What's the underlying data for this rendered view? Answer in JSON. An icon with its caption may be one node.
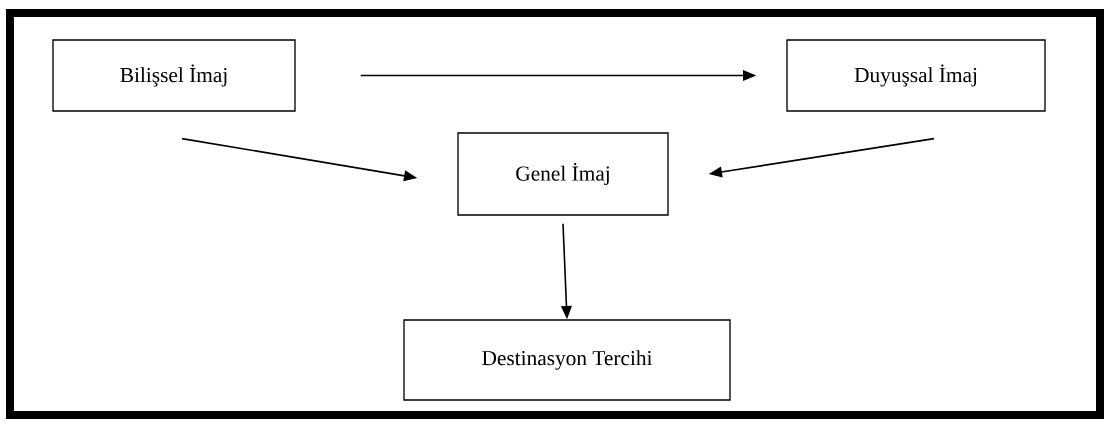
{
  "diagram": {
    "nodes": [
      {
        "text": [
          "Bilişsel İmaj"
        ]
      },
      {
        "text": [
          "Duyuşsal İmaj"
        ]
      },
      {
        "text": [
          "Genel İmaj"
        ]
      },
      {
        "text": [
          "Destinasyon Tercihi"
        ]
      }
    ],
    "edges": [
      {
        "from": 0,
        "to": 1,
        "arrow": "to"
      },
      {
        "from": 0,
        "to": 2,
        "arrow": "to"
      },
      {
        "from": 1,
        "to": 2,
        "arrow": "to"
      },
      {
        "from": 2,
        "to": 3,
        "arrow": "to"
      }
    ]
  }
}
